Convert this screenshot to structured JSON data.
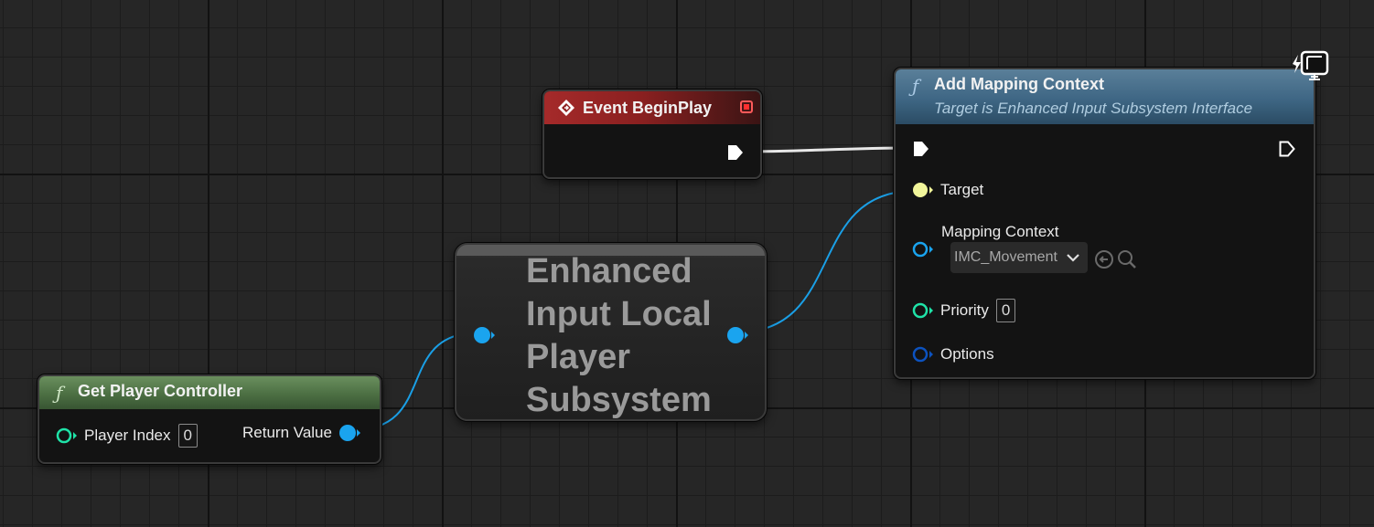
{
  "nodes": {
    "begin_play": {
      "title": "Event BeginPlay"
    },
    "add_mapping_context": {
      "title": "Add Mapping Context",
      "subtitle": "Target is Enhanced Input Subsystem Interface",
      "pins": {
        "target": "Target",
        "mapping_context": "Mapping Context",
        "mapping_context_value": "IMC_Movement",
        "priority": "Priority",
        "priority_value": "0",
        "options": "Options"
      }
    },
    "get_player_controller": {
      "title": "Get Player Controller",
      "pins": {
        "player_index": "Player Index",
        "player_index_value": "0",
        "return_value": "Return Value"
      }
    },
    "enhanced_input_subsystem": {
      "title_lines": [
        "Enhanced",
        "Input Local",
        "Player",
        "Subsystem"
      ]
    }
  },
  "icons": {
    "function": "function-icon",
    "event": "event-diamond-icon",
    "delegate": "delegate-square-icon",
    "exec": "exec-pin-icon",
    "browse": "browse-back-icon",
    "search": "search-icon",
    "chevron": "chevron-down-icon",
    "client_server": "client-monitor-icon"
  },
  "colors": {
    "event_header": "#8f1f1f",
    "function_header": "#3d6a87",
    "pure_function_header": "#4c6f43",
    "object_pin": "#1aa4ef",
    "interface_pin": "#f1f59a",
    "integer_pin": "#1fe3a8",
    "struct_pin": "#0c52bf",
    "exec_wire": "#ffffff"
  }
}
